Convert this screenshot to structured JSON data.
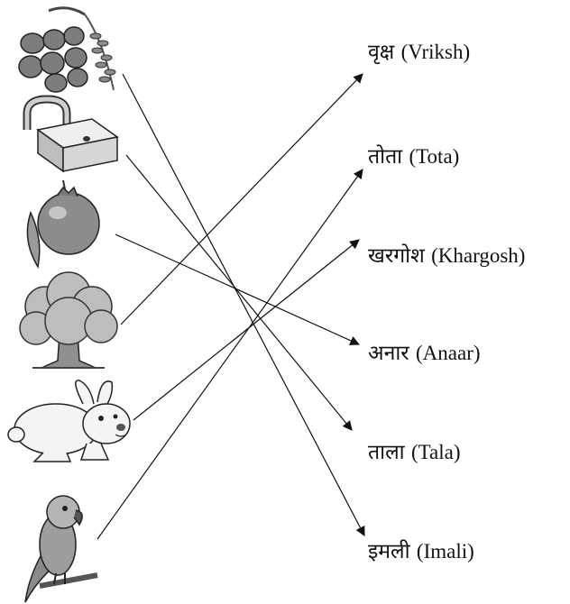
{
  "words": [
    {
      "id": "vriksh",
      "hindi": "वृक्ष",
      "latin": "(Vriksh)"
    },
    {
      "id": "tota",
      "hindi": "तोता",
      "latin": "(Tota)"
    },
    {
      "id": "khargosh",
      "hindi": "खरगोश",
      "latin": "(Khargosh)"
    },
    {
      "id": "anaar",
      "hindi": "अनार",
      "latin": "(Anaar)"
    },
    {
      "id": "tala",
      "hindi": "ताला",
      "latin": "(Tala)"
    },
    {
      "id": "imali",
      "hindi": "इमली",
      "latin": "(Imali)"
    }
  ],
  "pictures": [
    {
      "id": "imali",
      "icon": "tamarind-icon"
    },
    {
      "id": "tala",
      "icon": "padlock-icon"
    },
    {
      "id": "anaar",
      "icon": "pomegranate-icon"
    },
    {
      "id": "vriksh",
      "icon": "tree-icon"
    },
    {
      "id": "khargosh",
      "icon": "rabbit-icon"
    },
    {
      "id": "tota",
      "icon": "parrot-icon"
    }
  ],
  "matches": [
    {
      "from": "tamarind-icon",
      "to": "imali"
    },
    {
      "from": "padlock-icon",
      "to": "tala"
    },
    {
      "from": "pomegranate-icon",
      "to": "anaar"
    },
    {
      "from": "tree-icon",
      "to": "vriksh"
    },
    {
      "from": "rabbit-icon",
      "to": "khargosh"
    },
    {
      "from": "parrot-icon",
      "to": "tota"
    }
  ],
  "colors": {
    "ink": "#111111",
    "fill_light": "#d9d9d9",
    "fill_mid": "#9a9a9a",
    "fill_dark": "#555555"
  }
}
